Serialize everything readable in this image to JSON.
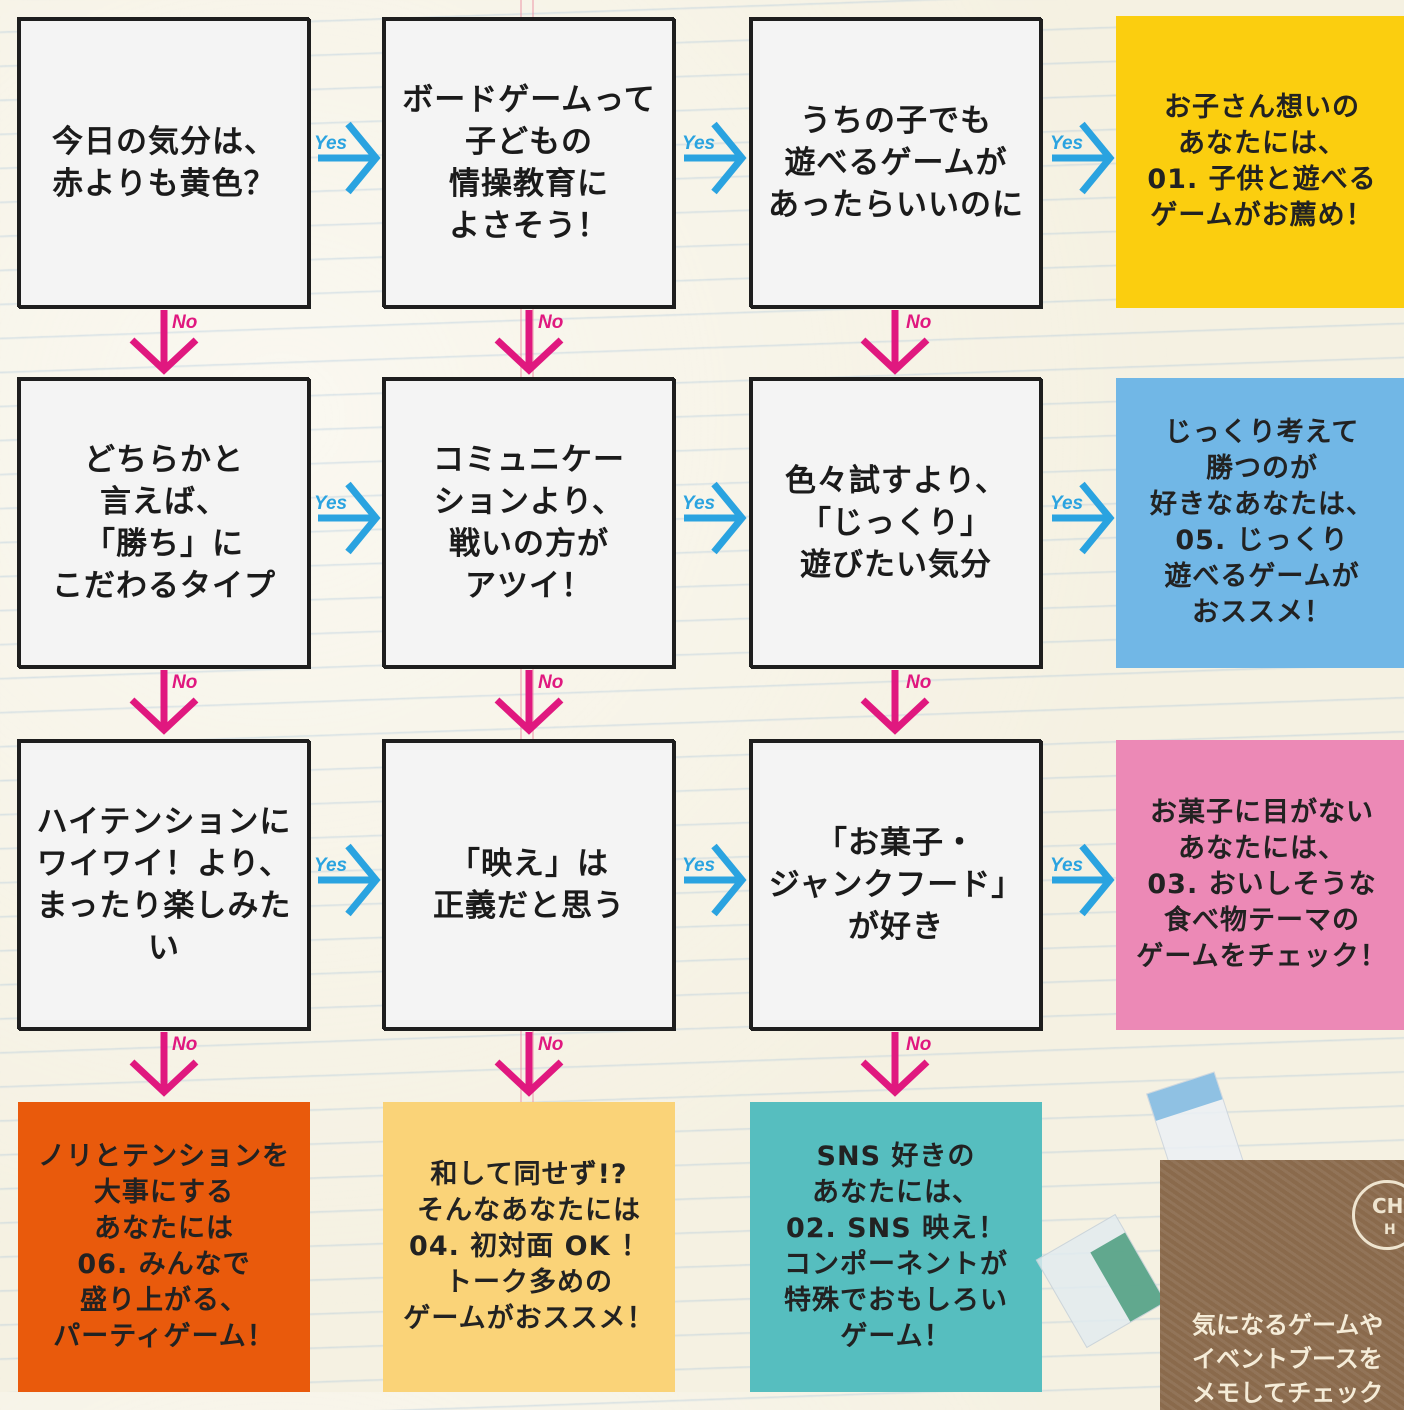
{
  "colors": {
    "yes": "#2aa3e0",
    "no": "#e0187f",
    "question_bg": "#f4f4f4",
    "result_yellow": "#fbce0f",
    "result_blue": "#71b7e6",
    "result_pink": "#ec89b6",
    "result_orange": "#e95a0c",
    "result_light_yellow": "#fad378",
    "result_teal": "#56bebf"
  },
  "labels": {
    "yes": "Yes",
    "no": "No"
  },
  "questions": [
    "今日の気分は、\n赤よりも黄色？",
    "ボードゲームって\n子どもの\n情操教育に\nよさそう！",
    "うちの子でも\n遊べるゲームが\nあったらいいのに",
    "どちらかと\n言えば、\n「勝ち」に\nこだわるタイプ",
    "コミュニケー\nションより、\n戦いの方が\nアツイ！",
    "色々試すより、\n「じっくり」\n遊びたい気分",
    "ハイテンションに\nワイワイ！より、\nまったり楽しみたい",
    "「映え」は\n正義だと思う",
    "「お菓子・\nジャンクフード」\nが好き"
  ],
  "results": [
    "お子さん想いの\nあなたには、\n01. 子供と遊べる\nゲームがお薦め！",
    "じっくり考えて\n勝つのが\n好きなあなたは、\n05. じっくり\n遊べるゲームが\nおススメ！",
    "お菓子に目がない\nあなたには、\n03. おいしそうな\n食べ物テーマの\nゲームをチェック！",
    "ノリとテンションを\n大事にする\nあなたには\n06. みんなで\n盛り上がる、\nパーティゲーム！",
    "和して同せず!?\nそんなあなたには\n04. 初対面 OK ！\nトーク多めの\nゲームがおススメ！",
    "SNS 好きの\nあなたには、\n02. SNS 映え！\nコンポーネントが\n特殊でおもしろい\nゲーム！"
  ],
  "card": {
    "stamp_top": "CH",
    "stamp_bottom": "H",
    "text": "気になるゲームや\nイベントブースを\nメモしてチェック"
  }
}
